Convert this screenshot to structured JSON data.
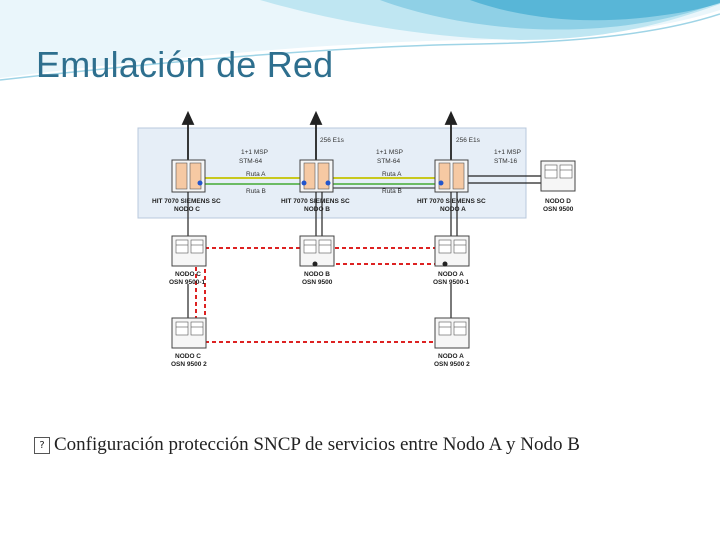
{
  "slide": {
    "title": "Emulación de Red",
    "bullet_text": "Configuración protección SNCP de servicios entre Nodo A y Nodo B",
    "bullet_symbol": "?"
  },
  "colors": {
    "title": "#2e6f8e",
    "swoosh_light": "#bfe6f2",
    "swoosh_dark": "#4fb2d3",
    "panel_bg": "#e6eef7",
    "yellow_link": "#c8c81e",
    "green_link": "#44aa33",
    "red_dashed": "#dd2222"
  },
  "labels": {
    "top_a": "256 E1s",
    "top_b": "256 E1s",
    "msp_1": "1+1 MSP",
    "msp_1b": "STM-64",
    "msp_2": "1+1 MSP",
    "msp_2b": "STM-64",
    "msp_3": "1+1 MSP",
    "msp_3b": "STM-16",
    "ruta_a_left": "Ruta A",
    "ruta_b_left": "Ruta B",
    "ruta_a_right": "Ruta A",
    "ruta_b_right": "Ruta B"
  },
  "nodes": {
    "hit_c_1": "HIT 7070 SIEMENS SC",
    "hit_c_2": "NODO C",
    "hit_b_1": "HIT 7070 SIEMENS SC",
    "hit_b_2": "NODO B",
    "hit_a_1": "HIT 7070 SIEMENS SC",
    "hit_a_2": "NODO A",
    "osn_d_1": "NODO D",
    "osn_d_2": "OSN 9500",
    "osn_c1_1": "NODO C",
    "osn_c1_2": "OSN 9500-1",
    "osn_b_1": "NODO B",
    "osn_b_2": "OSN 9500",
    "osn_a1_1": "NODO A",
    "osn_a1_2": "OSN 9500-1",
    "osn_c2_1": "NODO C",
    "osn_c2_2": "OSN 9500 2",
    "osn_a2_1": "NODO A",
    "osn_a2_2": "OSN 9500 2"
  }
}
